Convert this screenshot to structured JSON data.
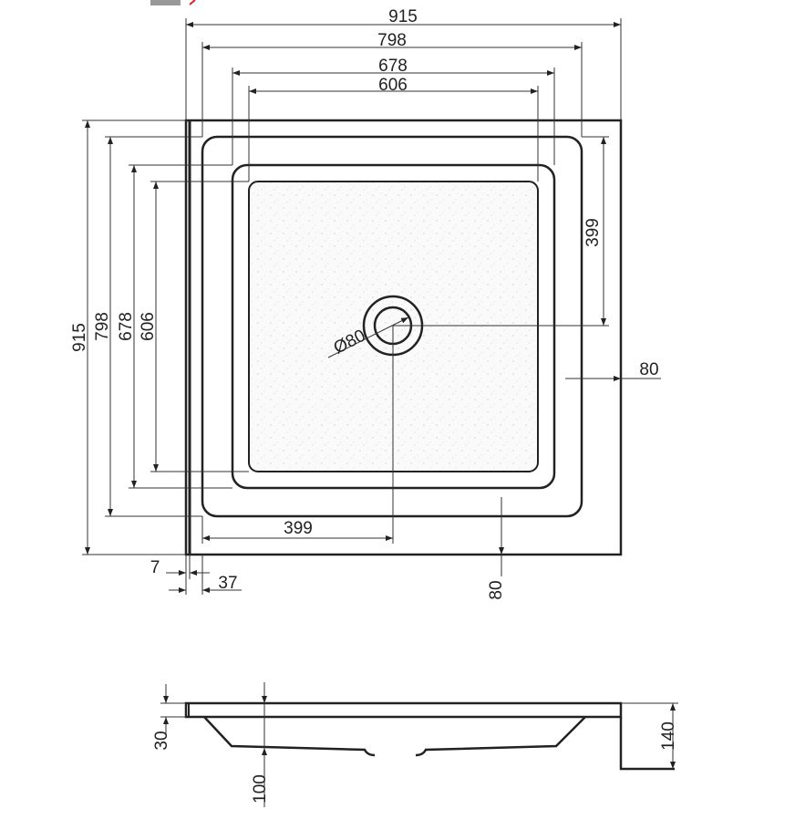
{
  "colors": {
    "line": "#222222",
    "background": "#ffffff",
    "tray_fill": "#f4f4f4"
  },
  "top_view": {
    "width_dims": [
      "915",
      "798",
      "678",
      "606"
    ],
    "height_dims": [
      "915",
      "798",
      "678",
      "606"
    ],
    "drain_to_back": "399",
    "drain_to_side": "399",
    "drain_diameter": "Ø80",
    "rim_right": "80",
    "rim_bottom": "80",
    "flange": "7",
    "flange_offset": "37"
  },
  "side_view": {
    "rim_height": "30",
    "depth": "100",
    "total_height": "140"
  }
}
